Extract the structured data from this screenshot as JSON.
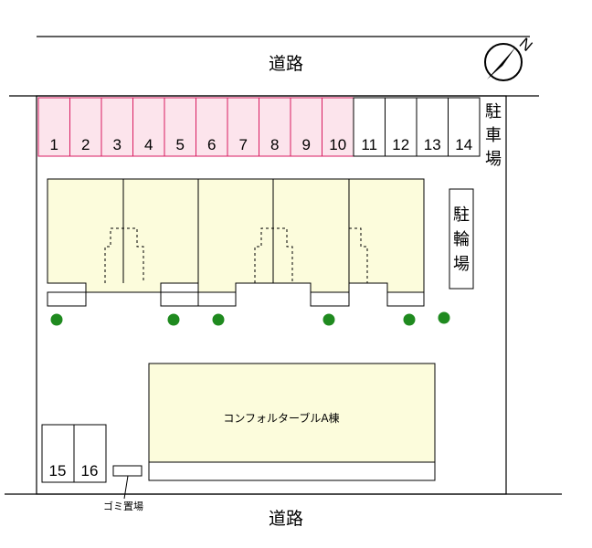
{
  "road_top": "道路",
  "road_bottom": "道路",
  "parking_label": [
    "駐",
    "車",
    "場"
  ],
  "bicycle_label": [
    "駐",
    "輪",
    "場"
  ],
  "building_label": "コンフォルターブルA棟",
  "garbage_label": "ゴミ置場",
  "compass_letter": "N",
  "parking_spaces": [
    "1",
    "2",
    "3",
    "4",
    "5",
    "6",
    "7",
    "8",
    "9",
    "10",
    "11",
    "12",
    "13",
    "14"
  ],
  "lower_spaces": [
    "15",
    "16"
  ],
  "highlighted_count": 10,
  "colors": {
    "highlight_fill": "#fce4ec",
    "highlight_stroke": "#d81b60",
    "building_fill": "#fcfcdc",
    "tree": "#1f8a1f"
  }
}
